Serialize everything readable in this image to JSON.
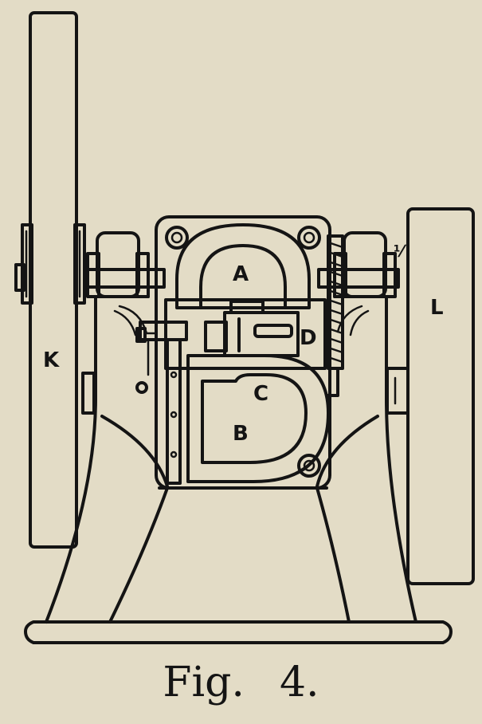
{
  "figure": {
    "caption_prefix": "Fig.",
    "caption_number": "4."
  },
  "labels": {
    "A": "A",
    "B": "B",
    "C": "C",
    "D": "D",
    "K": "K",
    "L": "L"
  },
  "colors": {
    "paper": "#e3dcc6",
    "ink": "#141414"
  }
}
